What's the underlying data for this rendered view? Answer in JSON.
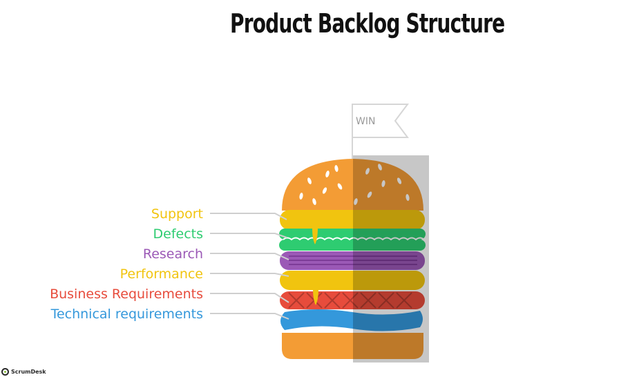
{
  "title": "Product Backlog Structure",
  "flag": {
    "text": "WIN"
  },
  "layers": [
    {
      "key": "support",
      "label": "Support",
      "color": "#f2c40f"
    },
    {
      "key": "defects",
      "label": "Defects",
      "color": "#2ecc71"
    },
    {
      "key": "research",
      "label": "Research",
      "color": "#9b59b6"
    },
    {
      "key": "performance",
      "label": "Performance",
      "color": "#f1c40f"
    },
    {
      "key": "business",
      "label": "Business Requirements",
      "color": "#e74c3c"
    },
    {
      "key": "technical",
      "label": "Technical requirements",
      "color": "#3498db"
    }
  ],
  "brand": {
    "text": "ScrumDesk"
  }
}
